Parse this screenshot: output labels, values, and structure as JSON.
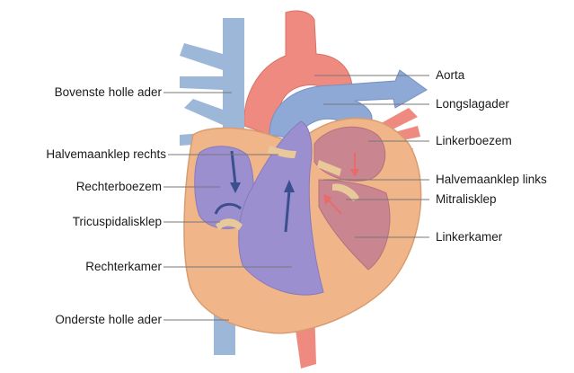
{
  "labels": {
    "bovenste_holle_ader": "Bovenste holle ader",
    "halvemaanklep_rechts": "Halvemaanklep rechts",
    "rechterboezem": "Rechterboezem",
    "tricuspidalisklep": "Tricuspidalisklep",
    "rechterkamer": "Rechterkamer",
    "onderste_holle_ader": "Onderste holle ader",
    "aorta": "Aorta",
    "longslagader": "Longslagader",
    "linkerboezem": "Linkerboezem",
    "halvemaanklep_links": "Halvemaanklep links",
    "mitralisklep": "Mitralisklep",
    "linkerkamer": "Linkerkamer"
  },
  "colors": {
    "aorta": "#ef8a80",
    "vena_cava": "#9db7d8",
    "pulmonary": "#8fa9d6",
    "heart_muscle": "#f0b68a",
    "right_chamber": "#9b8fd0",
    "left_chamber": "#c98690",
    "valve": "#e9c89a",
    "flow_arrow_right": "#3b4f8e",
    "flow_arrow_left": "#e76b6b",
    "leader_line": "#777777"
  }
}
